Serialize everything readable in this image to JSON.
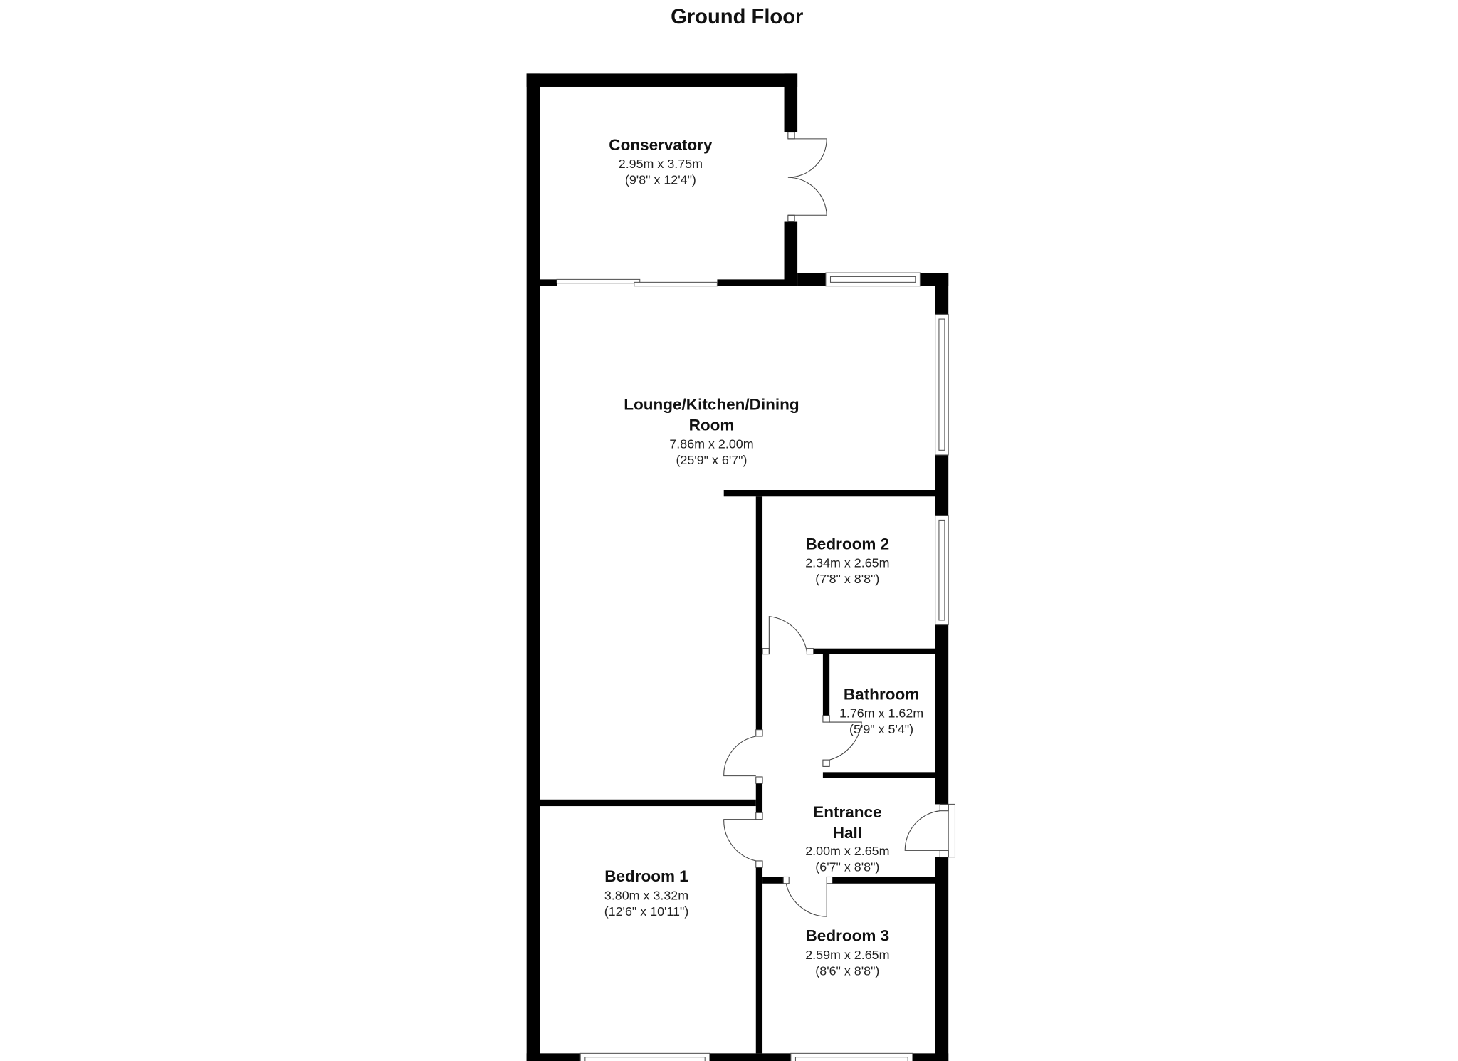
{
  "title": "Ground Floor",
  "rooms": [
    {
      "name": "Conservatory",
      "metric": "2.95m x 3.75m",
      "imperial": "(9'8\" x 12'4\")"
    },
    {
      "name_line1": "Lounge/Kitchen/Dining",
      "name_line2": "Room",
      "metric": "7.86m x 2.00m",
      "imperial": "(25'9\" x 6'7\")"
    },
    {
      "name": "Bedroom 2",
      "metric": "2.34m x 2.65m",
      "imperial": "(7'8\" x 8'8\")"
    },
    {
      "name": "Bathroom",
      "metric": "1.76m x 1.62m",
      "imperial": "(5'9\" x 5'4\")"
    },
    {
      "name_line1": "Entrance",
      "name_line2": "Hall",
      "metric": "2.00m x 2.65m",
      "imperial": "(6'7\" x 8'8\")"
    },
    {
      "name": "Bedroom 1",
      "metric": "3.80m x 3.32m",
      "imperial": "(12'6\" x 10'11\")"
    },
    {
      "name": "Bedroom 3",
      "metric": "2.59m x 2.65m",
      "imperial": "(8'6\" x 8'8\")"
    }
  ]
}
